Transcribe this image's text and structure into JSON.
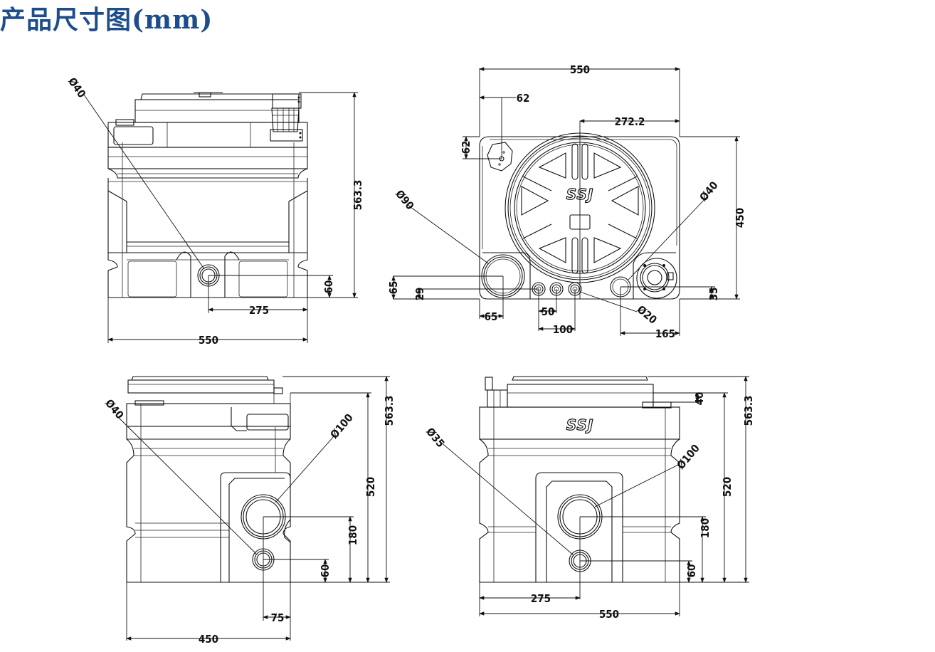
{
  "page": {
    "title": "产品尺寸图(mm)",
    "accent_color": "#1e4d8c",
    "brand_logo": "SSJ"
  },
  "views": {
    "front": {
      "name": "front-view",
      "dims": {
        "height_total": "563.3",
        "width": "550",
        "outlet_offset": "275",
        "outlet_height": "60",
        "outlet_dia": "Ø40"
      }
    },
    "top": {
      "name": "top-view",
      "dims": {
        "width": "550",
        "depth": "450",
        "vent_x": "62",
        "vent_y": "62",
        "center_offset": "272.2",
        "inlet90_dia": "Ø90",
        "inlet90_y": "65",
        "inlet90_x": "65",
        "small_y": "29",
        "small_pitch": "50",
        "small_span": "100",
        "small_dia": "Ø20",
        "inlet40_dia": "Ø40",
        "inlet40_y": "35",
        "inlet40_x": "165"
      }
    },
    "side": {
      "name": "side-view",
      "dims": {
        "height_total": "563.3",
        "height_body": "520",
        "inlet100_height": "180",
        "outlet_height": "60",
        "inlet100_x": "75",
        "width": "450",
        "inlet100_dia": "Ø100",
        "outlet_dia": "Ø40"
      }
    },
    "rear": {
      "name": "rear-view",
      "dims": {
        "height_total": "563.3",
        "height_body": "520",
        "lid_offset": "40",
        "inlet100_height": "180",
        "outlet_height": "60",
        "inlet_x": "275",
        "width": "550",
        "inlet100_dia": "Ø100",
        "outlet_dia": "Ø35"
      }
    }
  }
}
